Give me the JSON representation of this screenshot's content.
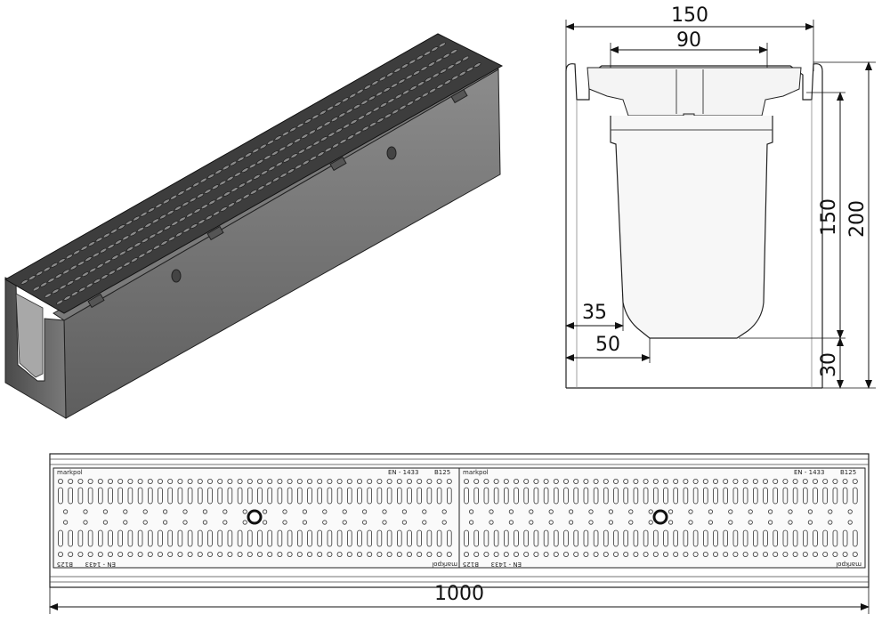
{
  "dimensions": {
    "overall_width": "150",
    "grate_width": "90",
    "inner_height": "150",
    "overall_height": "200",
    "wall_offset": "35",
    "bottom_offset": "50",
    "base_thickness": "30",
    "length": "1000"
  },
  "grate_markings": {
    "brand": "markpol",
    "standard": "EN - 1433",
    "load_class": "B125"
  },
  "colors": {
    "line": "#222222",
    "concrete_light": "#9a9a9a",
    "concrete_dark": "#6e6e6e",
    "grate": "#3a3a3a"
  }
}
